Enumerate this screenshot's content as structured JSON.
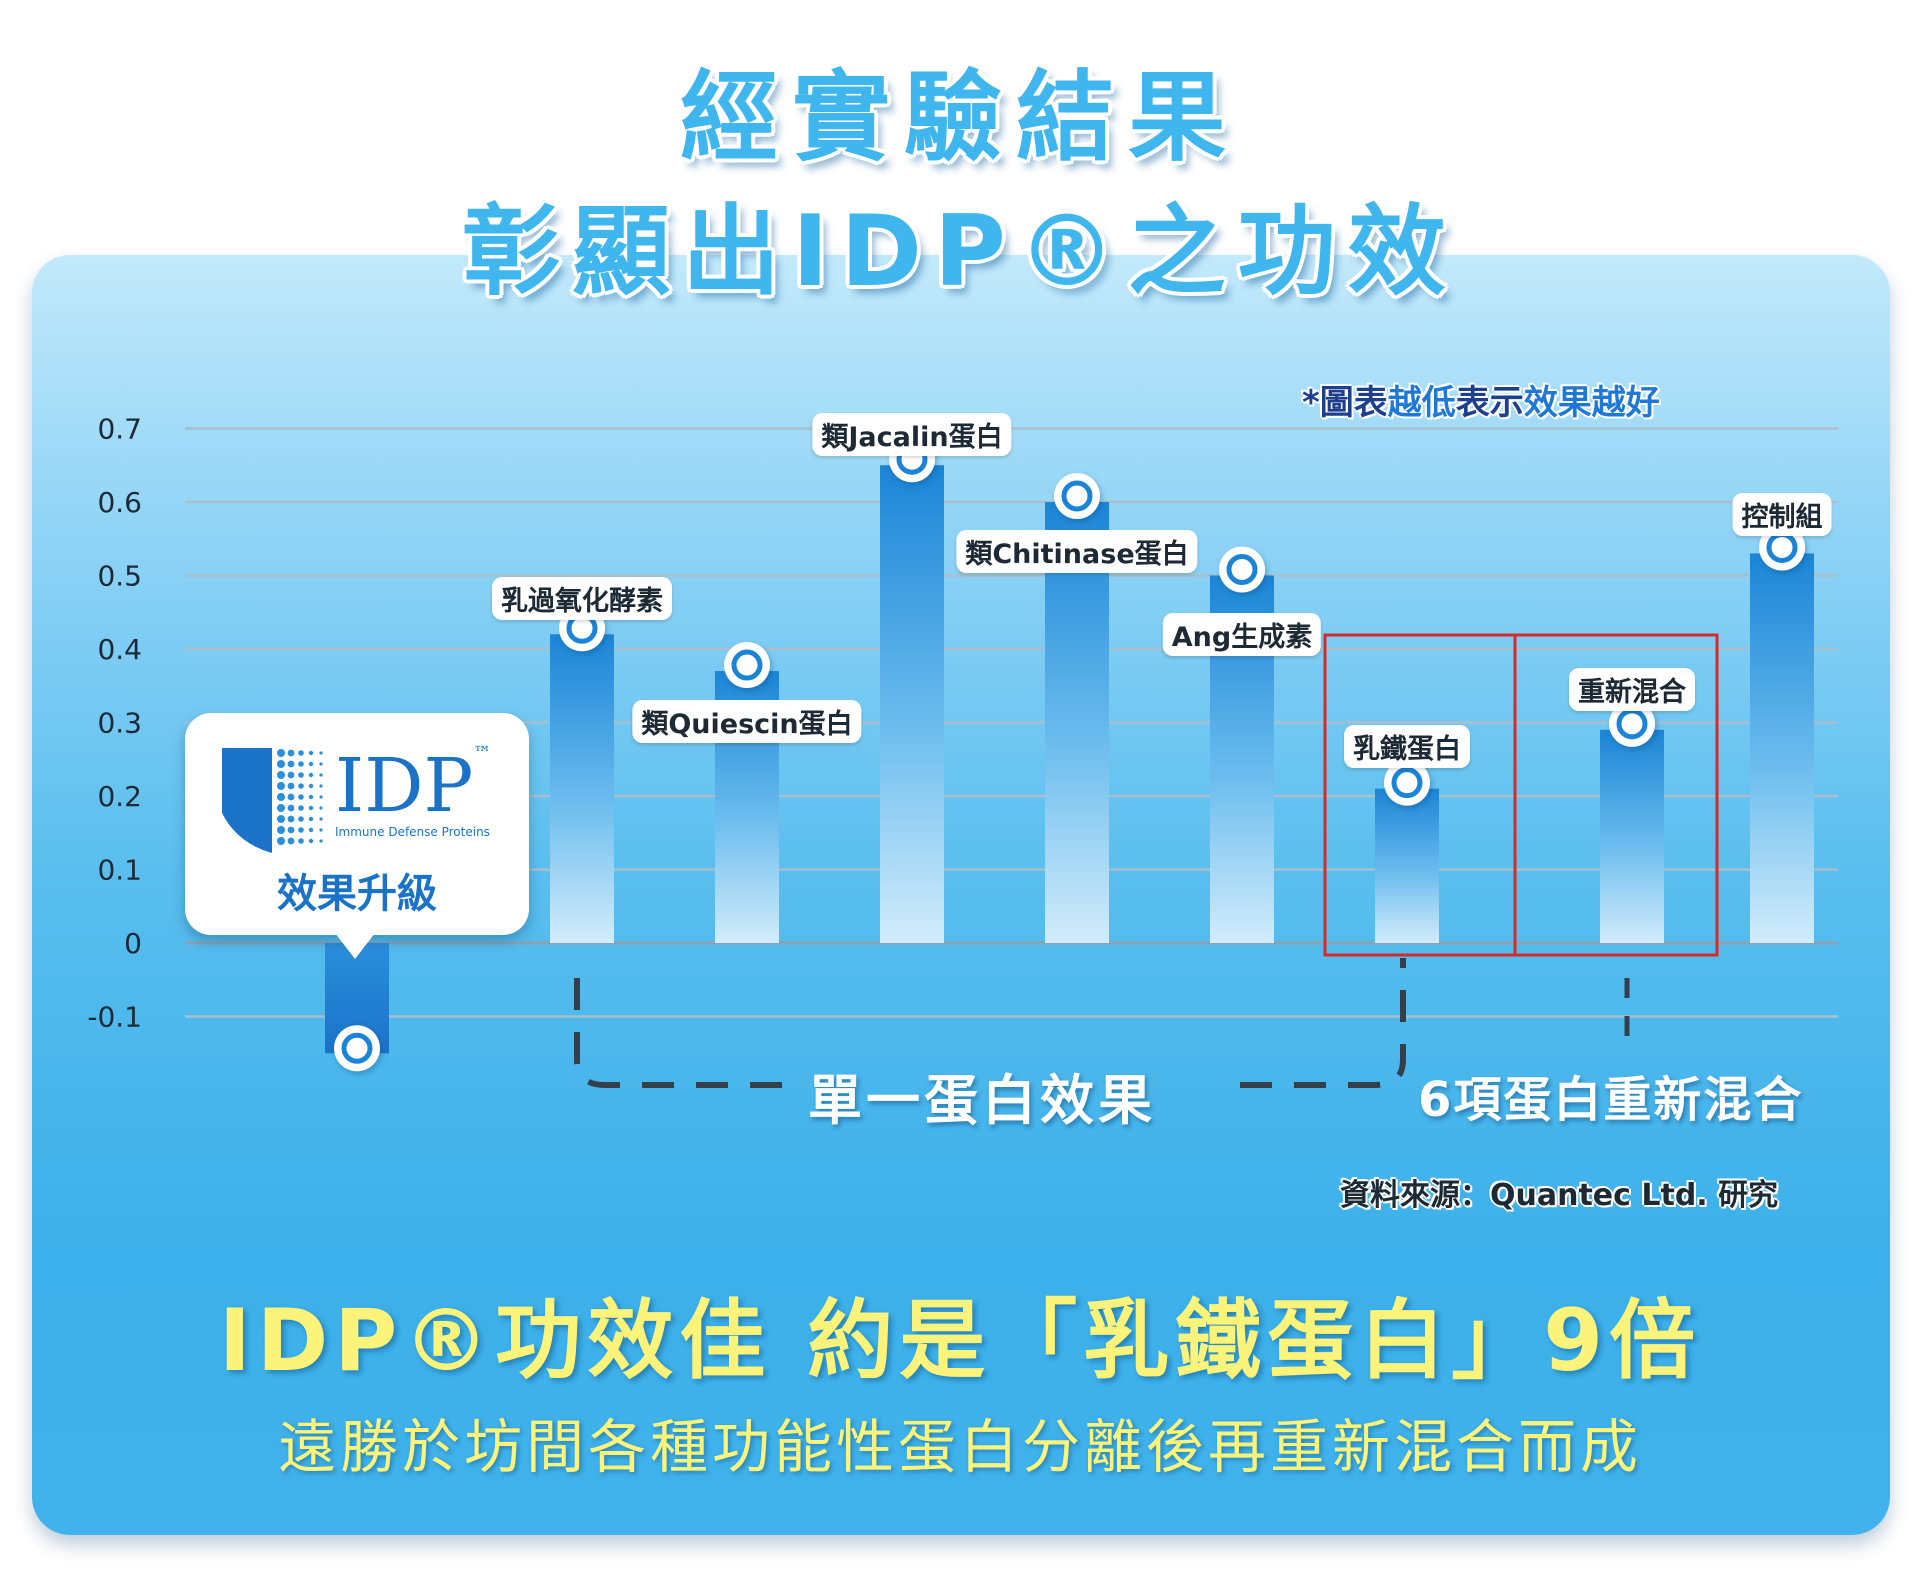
{
  "title": {
    "line1": "經實驗結果",
    "line2": "彰顯出IDP®之功效"
  },
  "note": "*圖表越低表示效果越好",
  "note_parts": [
    {
      "text": "*圖表",
      "color": "#1e3f8e"
    },
    {
      "text": "越低",
      "color": "#1f78d6"
    },
    {
      "text": "表示",
      "color": "#1e3f8e"
    },
    {
      "text": "效果越好",
      "color": "#1f78d6"
    }
  ],
  "card": {
    "logo_text": "IDP",
    "logo_tm": "™",
    "logo_sub": "Immune Defense Proteins",
    "label": "效果升級"
  },
  "groups": {
    "single": "單一蛋白效果",
    "mixed": "6項蛋白重新混合"
  },
  "source": "資料來源：Quantec Ltd. 研究",
  "bottom": {
    "main": "IDP®功效佳 約是「乳鐵蛋白」9倍",
    "sub": "遠勝於坊間各種功能性蛋白分離後再重新混合而成"
  },
  "colors": {
    "title": "#3fb6ee",
    "highlight_box": "#d42a2a",
    "bottom_text": "#fbf37a",
    "bar_top": "#1b84d6"
  },
  "chart_data": {
    "type": "bar",
    "categories": [
      "IDP",
      "乳過氧化酵素",
      "類Quiescin蛋白",
      "類Jacalin蛋白",
      "類Chitinase蛋白",
      "Ang生成素",
      "乳鐵蛋白",
      "重新混合",
      "控制組"
    ],
    "values": [
      -0.15,
      0.42,
      0.37,
      0.65,
      0.6,
      0.5,
      0.21,
      0.29,
      0.53
    ],
    "ylim": [
      -0.1,
      0.7
    ],
    "yticks": [
      "0.7",
      "0.6",
      "0.5",
      "0.4",
      "0.3",
      "0.2",
      "0.1",
      "0",
      "-0.1"
    ],
    "ytick_values": [
      0.7,
      0.6,
      0.5,
      0.4,
      0.3,
      0.2,
      0.1,
      0,
      -0.1
    ],
    "highlighted": [
      "乳鐵蛋白",
      "重新混合"
    ],
    "grid": true,
    "legend": "none"
  }
}
